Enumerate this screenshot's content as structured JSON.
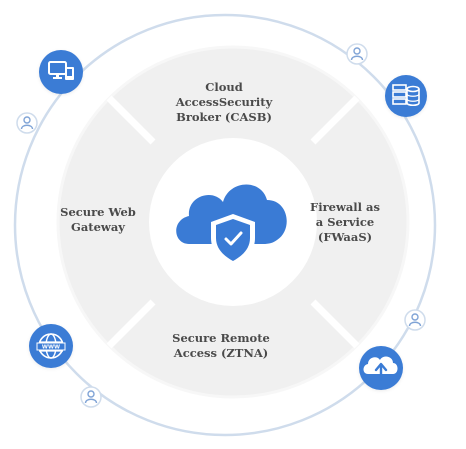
{
  "segments": {
    "top": [
      "Cloud",
      "AccessSecurity",
      "Broker (CASB)"
    ],
    "right": [
      "Firewall as",
      "a Service",
      "(FWaaS)"
    ],
    "bottom": [
      "Secure Remote",
      "Access (ZTNA)"
    ],
    "left": [
      "Secure Web",
      "Gateway"
    ]
  },
  "center": {
    "icon": "cloud-shield-check-icon"
  },
  "orbit_icons": [
    {
      "name": "desktop-laptop-icon"
    },
    {
      "name": "server-database-icon"
    },
    {
      "name": "globe-www-icon"
    },
    {
      "name": "cloud-upload-icon"
    }
  ],
  "user_icons": [
    {
      "name": "user-icon"
    },
    {
      "name": "user-icon"
    },
    {
      "name": "user-icon"
    },
    {
      "name": "user-icon"
    }
  ],
  "colors": {
    "accent": "#3a7bd5",
    "ring": "#cfdcec",
    "segment": "#f0f0f0",
    "divider": "#ffffff",
    "text": "#4a4a4a"
  }
}
